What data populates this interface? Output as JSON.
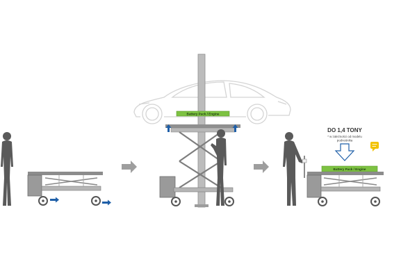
{
  "labels": {
    "battery_pack": "Battery Pack / Engine",
    "capacity": "DO 1,4 TONY",
    "note_line1": "* w zależności od modelu",
    "note_line2": "podnośnika"
  },
  "icons": {
    "person": "person-icon",
    "arrow": "arrow-right-icon",
    "chat": "chat-bubble-icon"
  },
  "colors": {
    "green": "#7dc242",
    "blue": "#1f5fa8",
    "gray_dark": "#4a4a4a",
    "gray_mid": "#8c8c8c",
    "gray_light": "#d6d6d6",
    "yellow": "#f2c200"
  }
}
